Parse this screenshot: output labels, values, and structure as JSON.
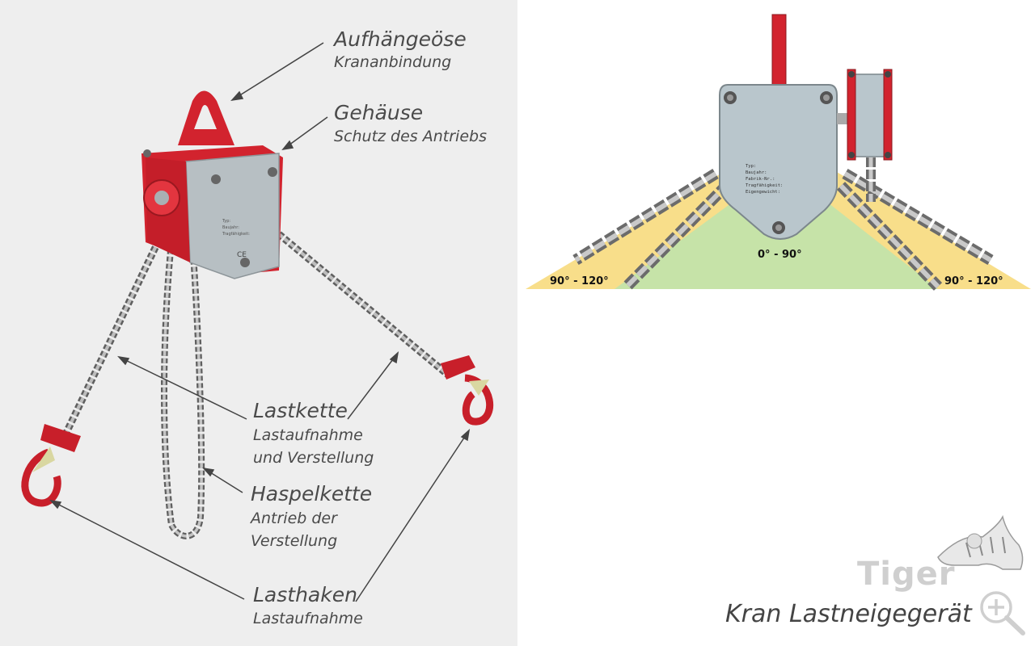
{
  "labels": {
    "eye": {
      "title": "Aufhängeöse",
      "sub": "Krananbindung"
    },
    "housing": {
      "title": "Gehäuse",
      "sub": "Schutz des Antriebs"
    },
    "load_chain": {
      "title": "Lastkette",
      "sub1": "Lastaufnahme",
      "sub2": "und Verstellung"
    },
    "hand_chain": {
      "title": "Haspelkette",
      "sub1": "Antrieb der",
      "sub2": "Verstellung"
    },
    "hook": {
      "title": "Lasthaken",
      "sub": "Lastaufnahme"
    }
  },
  "angles": {
    "center": "0° - 90°",
    "left": "90° - 120°",
    "right": "90° - 120°"
  },
  "brand": "Tiger",
  "footer_title": "Kran Lastneigegerät",
  "colors": {
    "red": "#d2232e",
    "steel": "#b9c6cc",
    "green": "#c6e3a8",
    "yellow": "#f8de8a",
    "left_bg": "#eeeeee",
    "text": "#4a4a4a"
  },
  "icons": [
    "zoom-in-icon",
    "tiger-logo-icon"
  ]
}
